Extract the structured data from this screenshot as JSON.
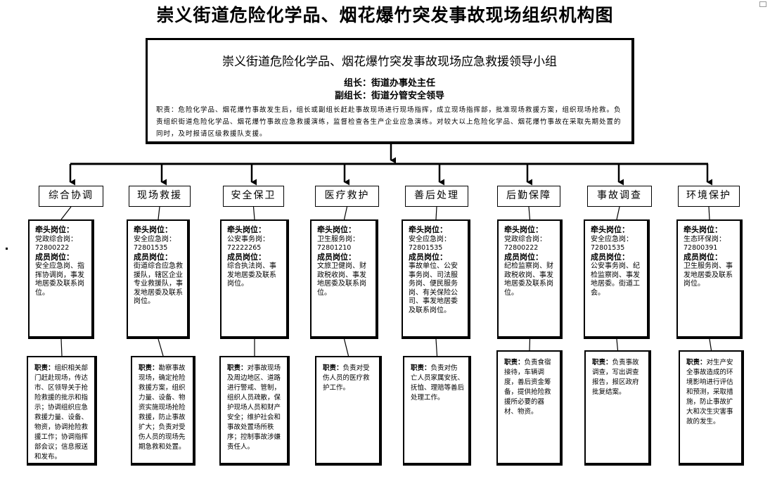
{
  "title": "崇义街道危险化学品、烟花爆竹突发事故现场组织机构图",
  "leader": {
    "heading": "崇义街道危险化学品、烟花爆竹突发事故现场应急救援领导小组",
    "head": "组长：街道办事处主任",
    "deputy": "副组长：街道分管安全领导",
    "duty": "职责：危险化学品、烟花爆竹事故发生后，组长或副组长赶赴事故现场进行现场指挥，成立现场指挥部，批准现场救援方案，组织现场抢救。负责组织街道危险化学品、烟花爆竹事故应急救援演练，监督检查各生产企业应急演练。对较大以上危险化学品、烟花爆竹事故在采取先期处置的同时，及时报请区级救援队支援。"
  },
  "lead_label": "牵头岗位：",
  "member_label": "成员岗位：",
  "duty_label": "职责：",
  "departments": [
    {
      "name": "综合协调",
      "lead": "党政综合岗：",
      "phone": "72800222",
      "members": "安全应急岗、指挥协调岗，事发地居委及联系岗位。",
      "duty": "组织相关部门赶赴现场，传达市、区领导关于抢险救援的批示和指示；协调组织应急救援力量、设备、物资，协调抢险救援工作；协调指挥部会议；信息报送和发布。"
    },
    {
      "name": "现场救援",
      "lead": "安全应急岗：",
      "phone": "72801535",
      "members": "街道综合应急救援队，辖区企业专业救援队，事发地居委及联系岗位。",
      "duty": "勘察事故现场，确定抢险救援方案，组织力量、设备、物资实施现场抢险救援，防止事故扩大；负责对受伤人员的现场先期急救和处置。"
    },
    {
      "name": "安全保卫",
      "lead": "公安事务岗：",
      "phone": "72222265",
      "members": "综合执法岗、事发地居委及联系岗位。",
      "duty": "对事故现场及周边地区、道路进行警戒、管制，组织人员疏散，保护现场人员和财产安全；维护社会和事故处置场所秩序；控制事故涉嫌责任人。"
    },
    {
      "name": "医疗救护",
      "lead": "卫生服务岗：",
      "phone": "72801210",
      "members": "文旅卫健岗、财政税收岗、事发地居委及联系岗位。",
      "duty": "负责对受伤人员的医疗救护工作。"
    },
    {
      "name": "善后处理",
      "lead": "安全应急岗：",
      "phone": "72801535",
      "members": "事故单位、公安事务岗、司法服务岗、便民服务岗、有关保险公司、事发地居委及联系岗位。",
      "duty": "负责对伤亡人员家属安抚、抚恤、理赔等善后处理工作。"
    },
    {
      "name": "后勤保障",
      "lead": "党政综合岗：",
      "phone": "72800222",
      "members": "纪检监察岗、财政税收岗、事发地居委及联系岗位。",
      "duty": "负责食宿接待，车辆调度，善后资金筹备，提供抢险救援所必要的器材、物资。"
    },
    {
      "name": "事故调查",
      "lead": "安全应急岗：",
      "phone": "72801535",
      "members": "公安事务岗、纪检监察岗、事发地居委。街道工会。",
      "duty": "负责事故调查，写出调查报告，报区政府批复结案。"
    },
    {
      "name": "环境保护",
      "lead": "生态环保岗：",
      "phone": "72800391",
      "members": "卫生服务岗、事发地居委及联系岗位。",
      "duty": "对生产安全事故造成的环境影响进行评估和预测，采取措施，防止事故扩大和次生灾害事故的发生。"
    }
  ]
}
